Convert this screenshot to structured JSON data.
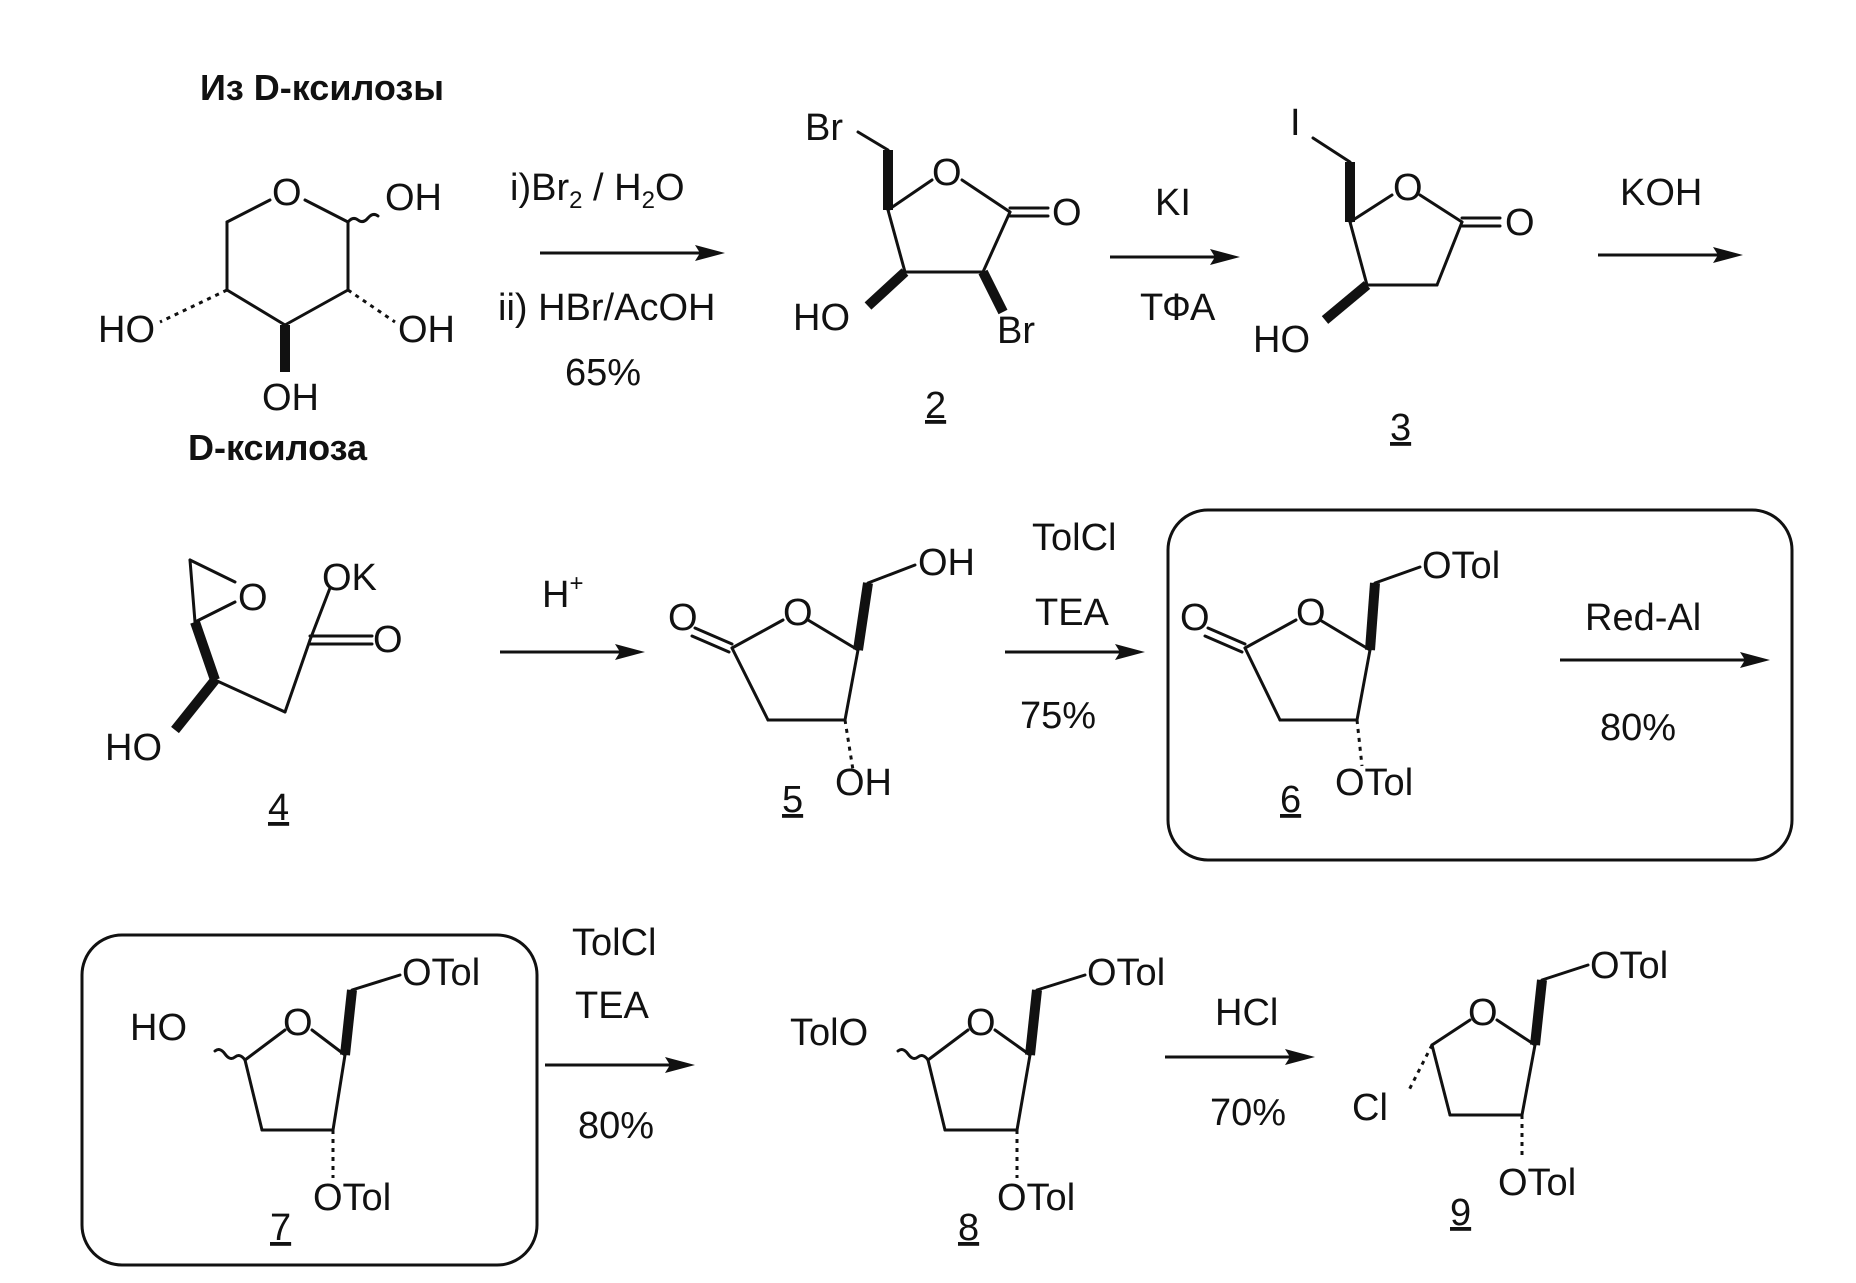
{
  "header": "Из D-ксилозы",
  "starting_material": {
    "name": "D-ксилоза",
    "atoms": {
      "ring_o": "O",
      "oh_anomeric": "OH",
      "oh_c2": "OH",
      "oh_c3": "OH",
      "oh_c4": "HO"
    }
  },
  "steps": [
    {
      "reagent_1": "i)Br",
      "reagent_1_sub": "2",
      "reagent_1_sep": " / H",
      "reagent_1_sub2": "2",
      "reagent_1_tail": "O",
      "reagent_2": "ii) HBr/AcOH",
      "yield": "65%"
    },
    {
      "reagent_1": "KI",
      "reagent_2": "ТФА"
    },
    {
      "reagent_1": "KOH"
    },
    {
      "reagent_1": "H",
      "reagent_1_sup": "+"
    },
    {
      "reagent_1": "TolCl",
      "reagent_2": "TEA",
      "yield": "75%"
    },
    {
      "reagent_1": "Red-Al",
      "yield": "80%"
    },
    {
      "reagent_1": "TolCl",
      "reagent_2": "TEA",
      "yield": "80%"
    },
    {
      "reagent_1": "HCl",
      "yield": "70%"
    }
  ],
  "compounds": {
    "c2": {
      "number": "2",
      "br_top": "Br",
      "br_bottom": "Br",
      "o_ring": "O",
      "o_carbonyl": "O",
      "ho": "HO"
    },
    "c3": {
      "number": "3",
      "i": "I",
      "o_ring": "O",
      "o_carbonyl": "O",
      "ho": "HO"
    },
    "c4": {
      "number": "4",
      "ok": "OK",
      "o_epoxide": "O",
      "o_carbonyl": "O",
      "ho": "HO"
    },
    "c5": {
      "number": "5",
      "o_carbonyl": "O",
      "o_ring": "O",
      "oh_top": "OH",
      "oh_bottom": "OH"
    },
    "c6": {
      "number": "6",
      "o_carbonyl": "O",
      "o_ring": "O",
      "otol_top": "OTol",
      "otol_bottom": "OTol"
    },
    "c7": {
      "number": "7",
      "ho": "HO",
      "o_ring": "O",
      "otol_top": "OTol",
      "otol_bottom": "OTol"
    },
    "c8": {
      "number": "8",
      "tolo": "TolO",
      "o_ring": "O",
      "otol_top": "OTol",
      "otol_bottom": "OTol"
    },
    "c9": {
      "number": "9",
      "cl": "Cl",
      "o_ring": "O",
      "otol_top": "OTol",
      "otol_bottom": "OTol"
    }
  }
}
